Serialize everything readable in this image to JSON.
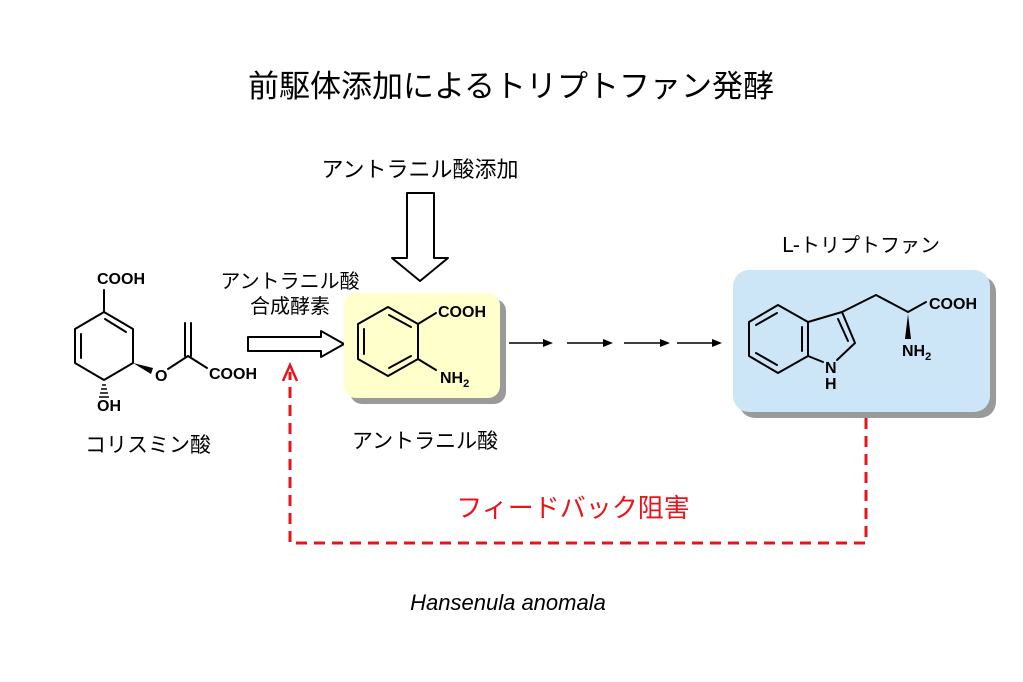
{
  "title": "前駆体添加によるトリプトファン発酵",
  "additive": {
    "label": "アントラニル酸添加"
  },
  "enzyme": {
    "line1": "アントラニル酸",
    "line2": "合成酵素"
  },
  "chorismic_acid": {
    "name": "コリスミン酸",
    "atoms": {
      "cooh_ring": "COOH",
      "ether_o": "O",
      "cooh_vinyl": "COOH",
      "oh": "OH"
    }
  },
  "anthranilic_acid": {
    "name": "アントラニル酸",
    "atoms": {
      "cooh": "COOH",
      "amine": "NH",
      "amine_sub": "2"
    },
    "highlight_color": "#ffffcc"
  },
  "tryptophan": {
    "name": "L-トリプトファン",
    "atoms": {
      "cooh": "COOH",
      "amine": "NH",
      "amine_sub": "2",
      "ring_n": "N",
      "ring_h": "H"
    },
    "highlight_color": "#cce6f7"
  },
  "feedback": {
    "label": "フィードバック阻害",
    "color": "#e8141c"
  },
  "organism": "Hansenula anomala"
}
